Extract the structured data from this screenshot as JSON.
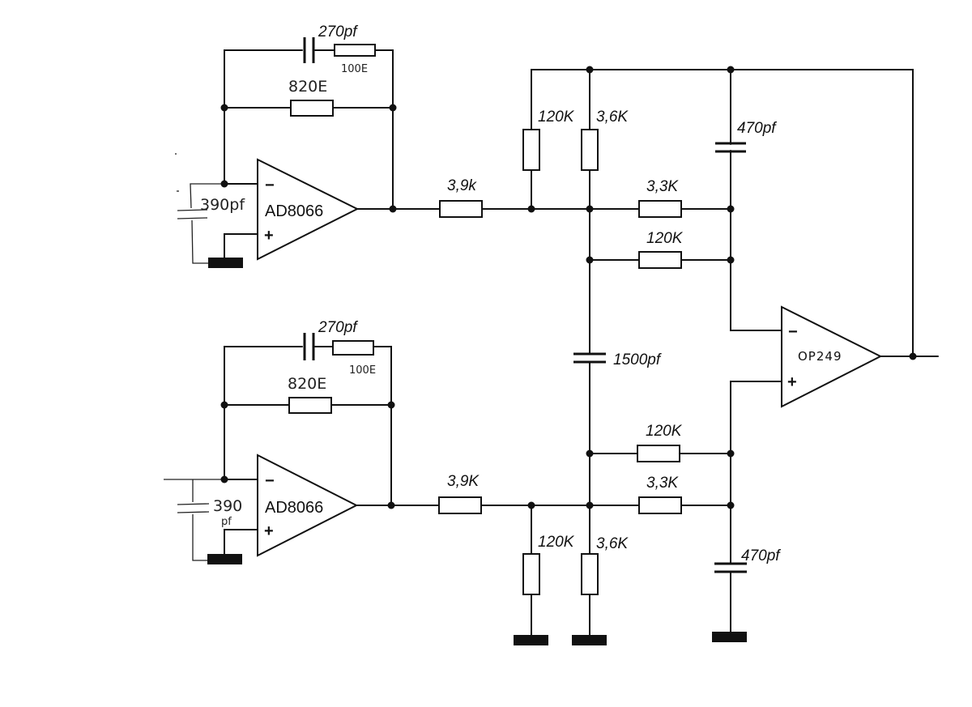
{
  "opamps": {
    "top": {
      "part": "AD8066",
      "minus": "−",
      "plus": "+"
    },
    "bottom": {
      "part": "AD8066",
      "minus": "−",
      "plus": "+"
    },
    "output": {
      "part": "OP249",
      "minus": "−",
      "plus": "+"
    }
  },
  "labels": {
    "top": {
      "fb_cap": "270pf",
      "fb_series_res": "100E",
      "fb_res": "820E",
      "in_cap": "390pf",
      "series_res": "3,9k",
      "shunt_res_a": "120K",
      "shunt_res_b": "3,6K",
      "res_a": "3,3K",
      "res_b": "120K",
      "cap": "470pf"
    },
    "bridge_cap": "1500pf",
    "bottom": {
      "fb_cap": "270pf",
      "fb_series_res": "100E",
      "fb_res": "820E",
      "in_cap_a": "390",
      "in_cap_b": "pf",
      "series_res": "3,9K",
      "shunt_res_a": "120K",
      "shunt_res_b": "3,6K",
      "res_a": "120K",
      "res_b": "3,3K",
      "cap": "470pf"
    }
  }
}
